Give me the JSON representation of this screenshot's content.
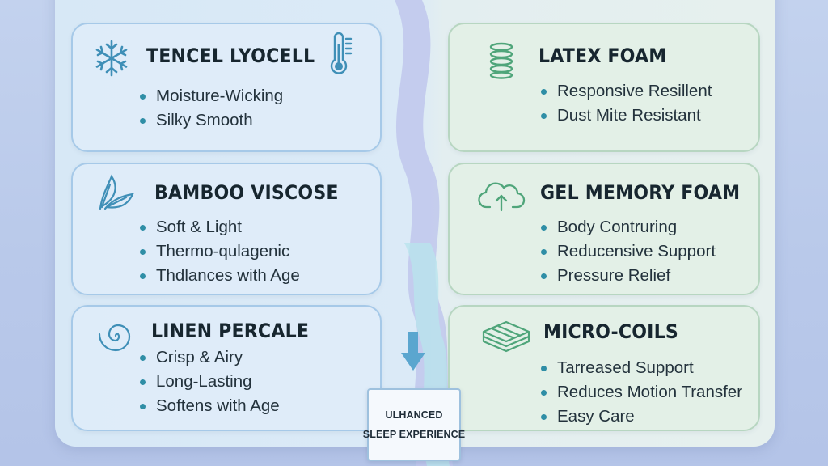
{
  "left_cards": [
    {
      "title": "TENCEL LYOCELL",
      "icon": "snowflake-icon",
      "bullets": [
        "Moisture-Wicking",
        "Silky Smooth"
      ]
    },
    {
      "title": "BAMBOO VISCOSE",
      "icon": "leaf-icon",
      "bullets": [
        "Soft & Light",
        "Thermo-qulagenic",
        "Thdlances with Age"
      ]
    },
    {
      "title": "LINEN PERCALE",
      "icon": "spiral-icon",
      "bullets": [
        "Crisp & Airy",
        "Long-Lasting",
        "Softens with Age"
      ]
    }
  ],
  "right_cards": [
    {
      "title": "LATEX FOAM",
      "icon": "spring-icon",
      "bullets": [
        "Responsive Resillent",
        "Dust Mite Resistant"
      ]
    },
    {
      "title": "GEL MEMORY FOAM",
      "icon": "cloud-upload-icon",
      "bullets": [
        "Body Contruring",
        "Reducensive Support",
        "Pressure Relief"
      ]
    },
    {
      "title": "MICRO-COILS",
      "icon": "mattress-layers-icon",
      "bullets": [
        "Tarreased Support",
        "Reduces Motion Transfer",
        "Easy Care"
      ]
    }
  ],
  "thermometer_icon": "thermometer-icon",
  "arrow_icon": "arrow-down-icon",
  "center_label": {
    "line1": "ULHANCED",
    "line2": "SLEEP EXPERIENCE"
  },
  "colors": {
    "accent_teal": "#2f8ea6",
    "left_border": "#a6c9e8",
    "right_border": "#b7d6c1",
    "stream": "#b8c3ea"
  }
}
